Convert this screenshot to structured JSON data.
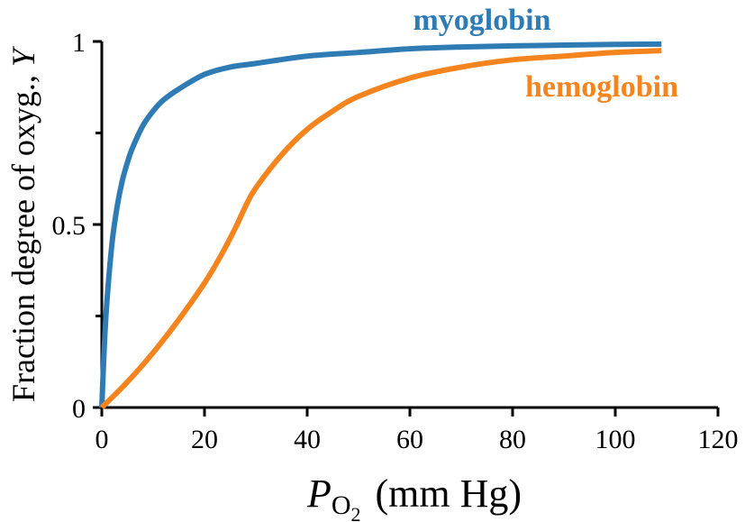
{
  "chart_data": {
    "type": "line",
    "xlabel": {
      "symbol": "P",
      "subscript": "O",
      "subsubscript": "2",
      "unit": "(mm Hg)"
    },
    "ylabel": {
      "text": "Fraction degree of oxyg., ",
      "symbol": "Y"
    },
    "xlim": [
      0,
      120
    ],
    "ylim": [
      0,
      1
    ],
    "x_ticks": [
      0,
      20,
      40,
      60,
      80,
      100,
      120
    ],
    "x_tick_labels": [
      "0",
      "20",
      "40",
      "60",
      "80",
      "100",
      "120"
    ],
    "y_major_ticks": [
      0,
      0.5,
      1
    ],
    "y_tick_labels": [
      "0",
      "0.5",
      "1"
    ],
    "y_minor_ticks": [
      0.25,
      0.75
    ],
    "grid": false,
    "legend": "inline labels at line ends",
    "series": [
      {
        "name": "myoglobin",
        "color": "#2f7bb4",
        "x": [
          0,
          0.5,
          1,
          2,
          3,
          4,
          5,
          6,
          8,
          10,
          12,
          15,
          20,
          25,
          30,
          40,
          50,
          60,
          70,
          80,
          90,
          100,
          109
        ],
        "y": [
          0,
          0.17,
          0.29,
          0.45,
          0.55,
          0.62,
          0.67,
          0.71,
          0.77,
          0.81,
          0.84,
          0.87,
          0.91,
          0.93,
          0.94,
          0.96,
          0.97,
          0.98,
          0.985,
          0.988,
          0.99,
          0.992,
          0.993
        ]
      },
      {
        "name": "hemoglobin",
        "color": "#f5841f",
        "x": [
          0,
          5,
          10,
          15,
          20,
          23,
          26,
          28,
          30,
          35,
          40,
          45,
          50,
          60,
          70,
          80,
          90,
          100,
          109
        ],
        "y": [
          0,
          0.07,
          0.15,
          0.24,
          0.34,
          0.41,
          0.49,
          0.55,
          0.6,
          0.69,
          0.76,
          0.81,
          0.85,
          0.9,
          0.93,
          0.95,
          0.96,
          0.97,
          0.975
        ]
      }
    ]
  }
}
